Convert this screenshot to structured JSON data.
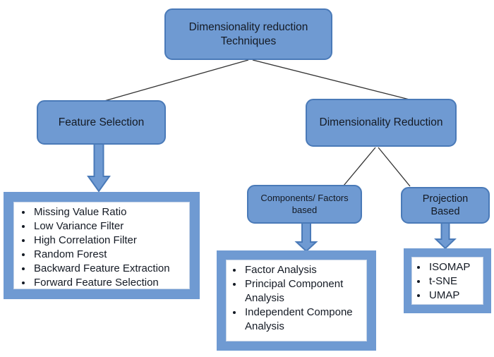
{
  "diagram": {
    "colors": {
      "node_fill": "#6f9ad2",
      "node_border": "#4a7ab8",
      "arrow_fill": "#6f9ad2",
      "arrow_border": "#4a7ab8",
      "connector_line": "#333333",
      "panel_frame": "#6f9ad2",
      "panel_background": "#ffffff",
      "text": "#141a24"
    },
    "nodes": {
      "root": {
        "label": "Dimensionality reduction Techniques"
      },
      "feature_selection": {
        "label": "Feature Selection"
      },
      "dimensionality_reduction": {
        "label": "Dimensionality Reduction"
      },
      "components_factors": {
        "label": "Components/ Factors based"
      },
      "projection_based": {
        "label": "Projection Based"
      }
    },
    "lists": {
      "feature_selection_methods": {
        "items": [
          "Missing Value Ratio",
          "Low Variance Filter",
          "High Correlation Filter",
          "Random Forest",
          "Backward Feature Extraction",
          "Forward Feature Selection"
        ]
      },
      "components_factors_methods": {
        "items": [
          "Factor Analysis",
          "Principal Component Analysis",
          "Independent Compone Analysis"
        ]
      },
      "projection_methods": {
        "items": [
          "ISOMAP",
          "t-SNE",
          "UMAP"
        ]
      }
    }
  }
}
